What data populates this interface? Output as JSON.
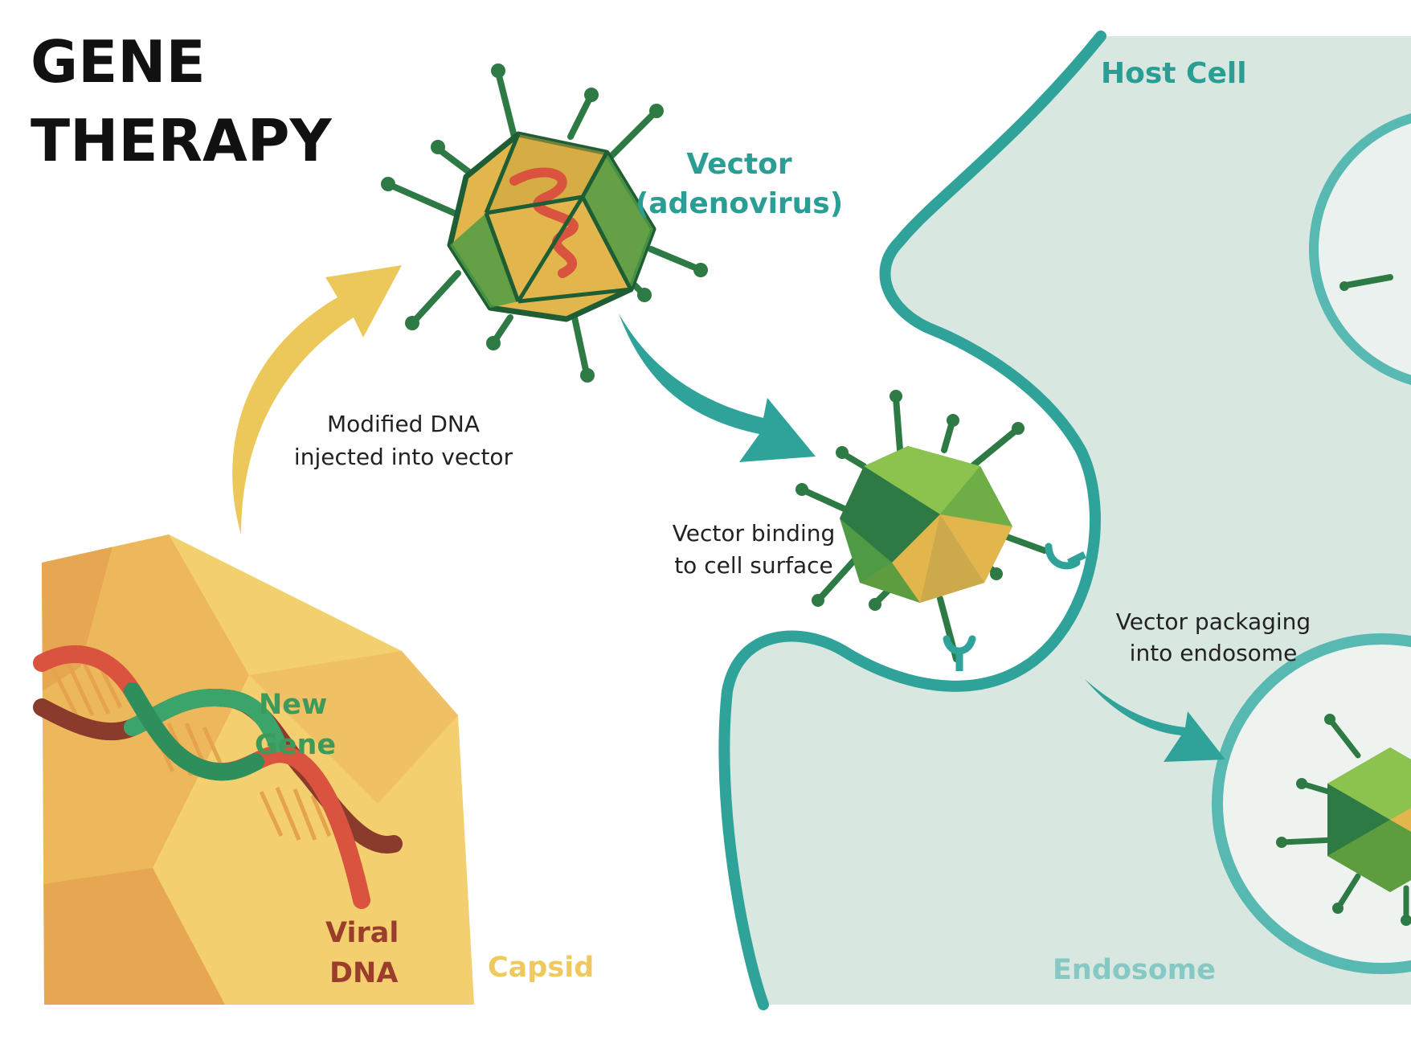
{
  "title": {
    "line1": "GENE",
    "line2": "THERAPY"
  },
  "labels": {
    "host_cell": "Host Cell",
    "vector_line1": "Vector",
    "vector_line2": "(adenovirus)",
    "modified_line1": "Modified DNA",
    "modified_line2": "injected into vector",
    "binding_line1": "Vector binding",
    "binding_line2": "to cell surface",
    "packaging_line1": "Vector packaging",
    "packaging_line2": "into endosome",
    "new_gene_line1": "New",
    "new_gene_line2": "Gene",
    "viral_dna_line1": "Viral",
    "viral_dna_line2": "DNA",
    "capsid": "Capsid",
    "endosome": "Endosome"
  },
  "icons": {
    "virus": "adenovirus-icon",
    "dna": "dna-helix-icon",
    "arrow": "curved-arrow-icon",
    "receptor": "receptor-icon"
  },
  "colors": {
    "title": "#111111",
    "teal": "#2fa39a",
    "teal_dark": "#1f8d86",
    "teal_text": "#2a9d94",
    "host_bg": "#d9e7e1",
    "endosome_ring": "#58b9b2",
    "yellow_arrow": "#ecc85a",
    "capsid_light": "#f3cf6f",
    "capsid_mid": "#edb85c",
    "capsid_dark": "#e7a651",
    "capsid_text": "#f0c95e",
    "dna_red": "#d9533f",
    "dna_dark": "#8a3b2c",
    "dna_green": "#3aa46a",
    "new_gene_text": "#3c9a5a",
    "viral_dna_text": "#9b3d2b",
    "virus_dark": "#2e7a45",
    "virus_mid": "#4f9b45",
    "virus_light": "#8cc24e",
    "virus_core": "#e2b64c",
    "endosome_text": "#86c8c3",
    "body_text": "#222222"
  }
}
